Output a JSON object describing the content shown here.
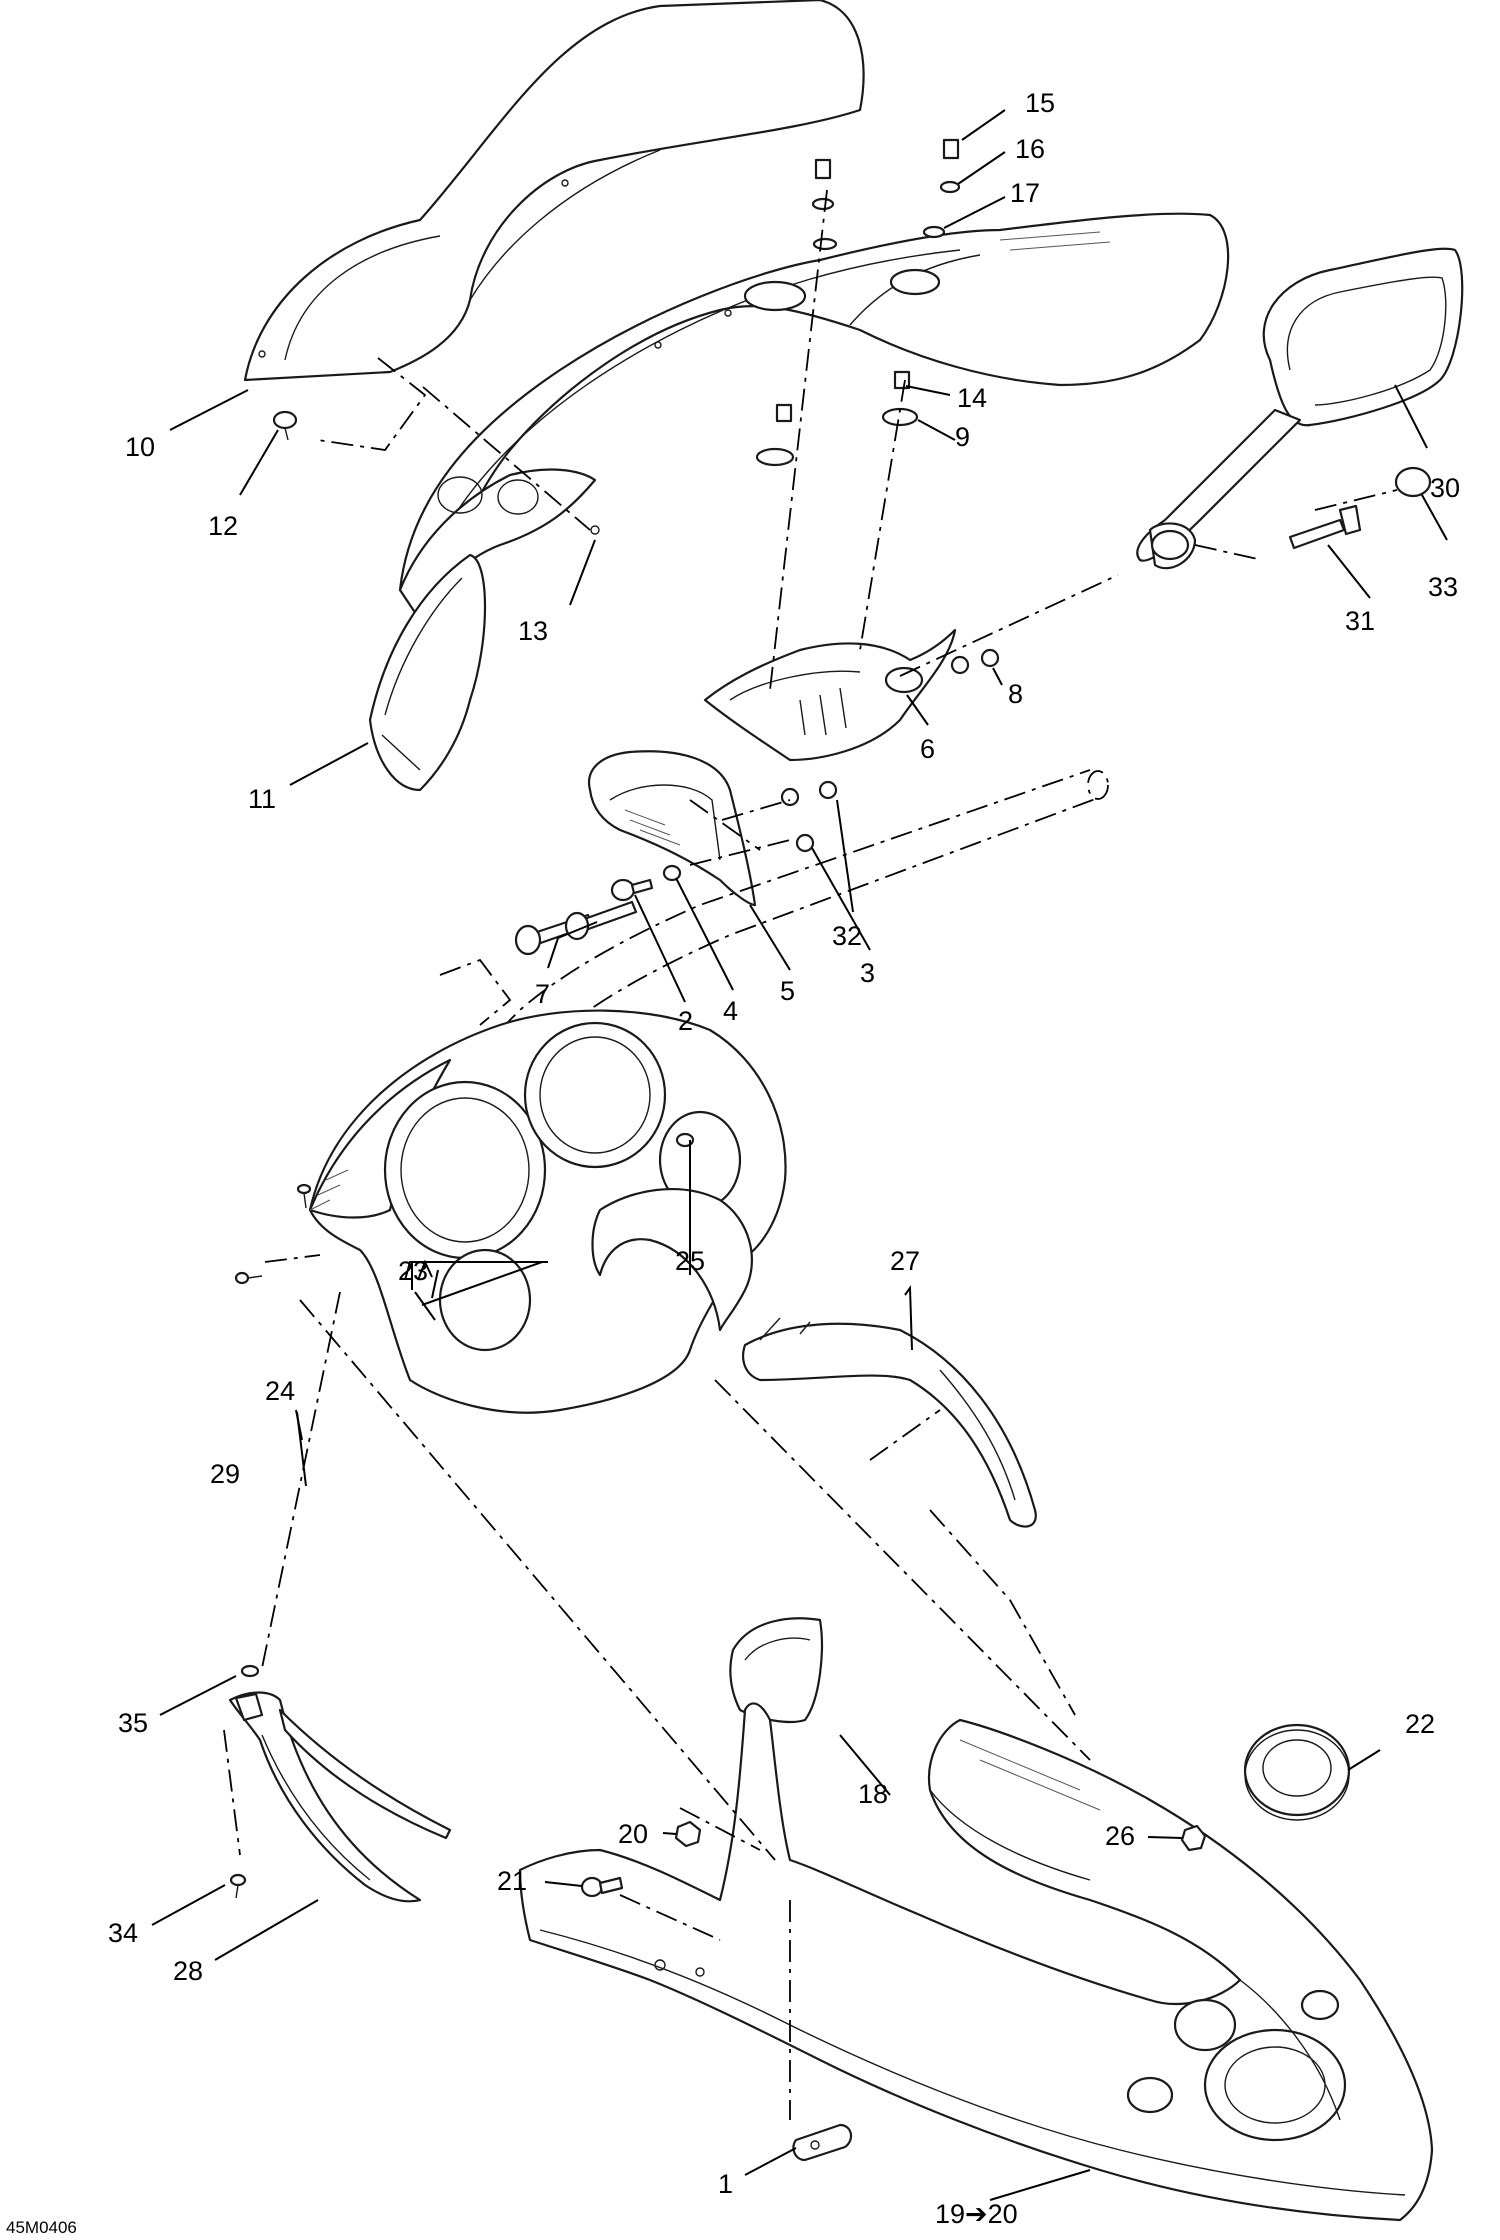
{
  "diagram": {
    "drawing_code": "45M0406",
    "callouts": [
      {
        "id": "c1",
        "label": "1"
      },
      {
        "id": "c2",
        "label": "2"
      },
      {
        "id": "c3",
        "label": "3"
      },
      {
        "id": "c4",
        "label": "4"
      },
      {
        "id": "c5",
        "label": "5"
      },
      {
        "id": "c6",
        "label": "6"
      },
      {
        "id": "c7",
        "label": "7"
      },
      {
        "id": "c8",
        "label": "8"
      },
      {
        "id": "c9",
        "label": "9"
      },
      {
        "id": "c10",
        "label": "10"
      },
      {
        "id": "c11",
        "label": "11"
      },
      {
        "id": "c12",
        "label": "12"
      },
      {
        "id": "c13",
        "label": "13"
      },
      {
        "id": "c14",
        "label": "14"
      },
      {
        "id": "c15",
        "label": "15"
      },
      {
        "id": "c16",
        "label": "16"
      },
      {
        "id": "c17",
        "label": "17"
      },
      {
        "id": "c18",
        "label": "18"
      },
      {
        "id": "c19",
        "label": "19➔20"
      },
      {
        "id": "c20",
        "label": "20"
      },
      {
        "id": "c21",
        "label": "21"
      },
      {
        "id": "c22",
        "label": "22"
      },
      {
        "id": "c23",
        "label": "23"
      },
      {
        "id": "c24",
        "label": "24"
      },
      {
        "id": "c25",
        "label": "25"
      },
      {
        "id": "c26",
        "label": "26"
      },
      {
        "id": "c27",
        "label": "27"
      },
      {
        "id": "c28",
        "label": "28"
      },
      {
        "id": "c29",
        "label": "29"
      },
      {
        "id": "c30",
        "label": "30"
      },
      {
        "id": "c31",
        "label": "31"
      },
      {
        "id": "c32",
        "label": "32"
      },
      {
        "id": "c33",
        "label": "33"
      },
      {
        "id": "c34",
        "label": "34"
      },
      {
        "id": "c35",
        "label": "35"
      }
    ]
  }
}
